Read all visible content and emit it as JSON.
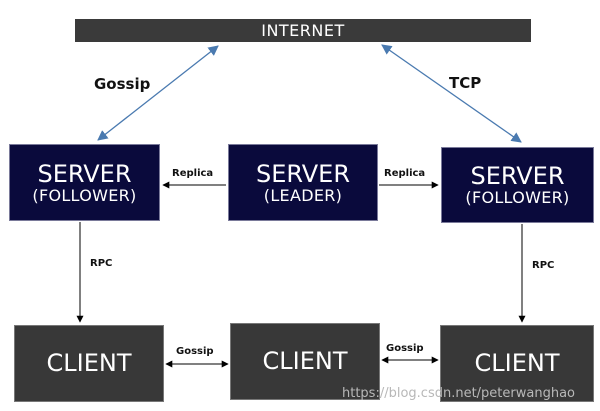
{
  "internet": {
    "label": "INTERNET"
  },
  "servers": {
    "left": {
      "title": "SERVER",
      "role": "(FOLLOWER)"
    },
    "mid": {
      "title": "SERVER",
      "role": "(LEADER)"
    },
    "right": {
      "title": "SERVER",
      "role": "(FOLLOWER)"
    }
  },
  "clients": {
    "left": {
      "title": "CLIENT"
    },
    "mid": {
      "title": "CLIENT"
    },
    "right": {
      "title": "CLIENT"
    }
  },
  "edge_labels": {
    "gossip_internet": "Gossip",
    "tcp_internet": "TCP",
    "replica_left": "Replica",
    "replica_right": "Replica",
    "rpc_left": "RPC",
    "rpc_right": "RPC",
    "gossip_clients_left": "Gossip",
    "gossip_clients_right": "Gossip"
  },
  "watermark": "https://blog.csdn.net/peterwanghao",
  "colors": {
    "internet_bar": "#3a3a3a",
    "server_fill": "#0a0a3c",
    "client_fill": "#383838",
    "internet_arrow": "#4a7ab0",
    "arrow": "#000000"
  }
}
